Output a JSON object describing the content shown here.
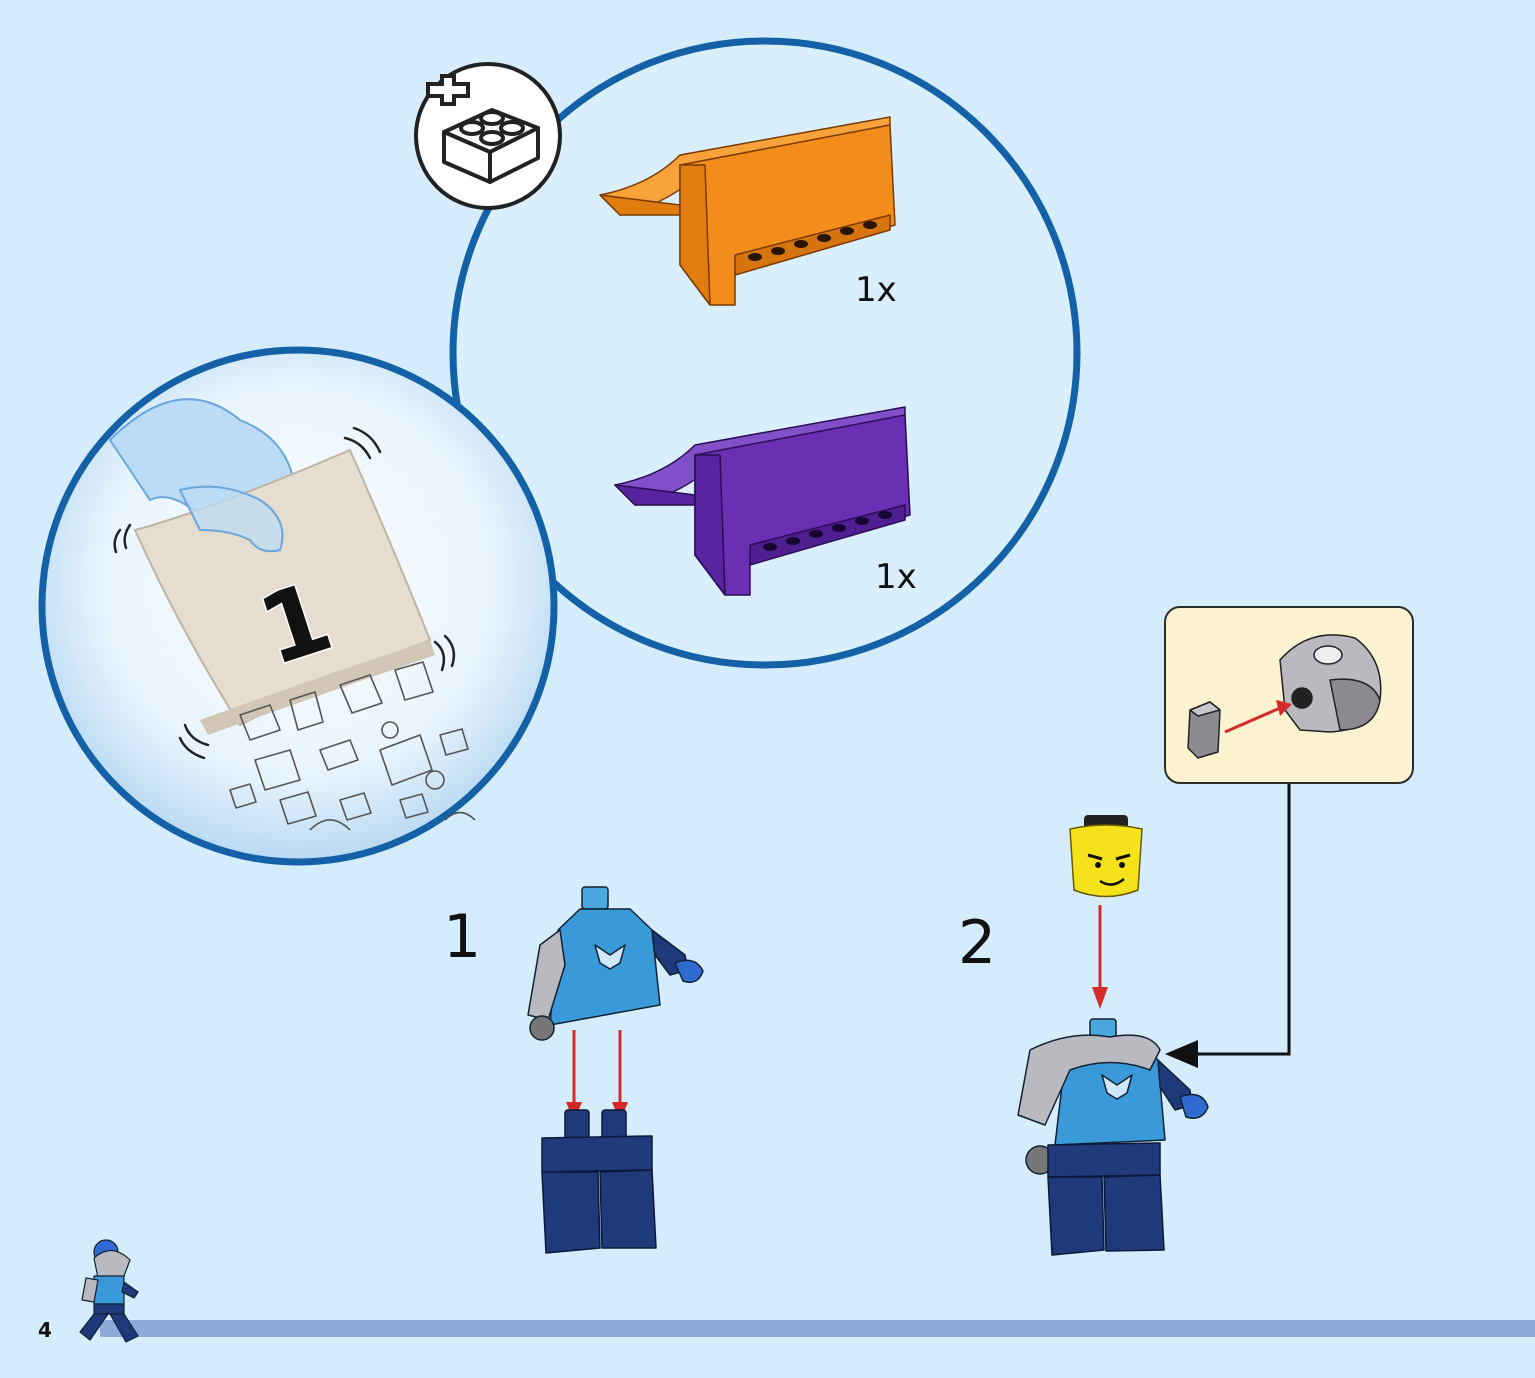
{
  "page": {
    "number": "4",
    "bag_number": "1",
    "new_parts_icon": "new-brick-icon"
  },
  "parts_list": [
    {
      "qty_label": "1x",
      "color": "#f28c1b",
      "name": "orange-ramp-plate"
    },
    {
      "qty_label": "1x",
      "color": "#6b2fb3",
      "name": "purple-ramp-plate"
    }
  ],
  "steps": [
    {
      "number": "1"
    },
    {
      "number": "2"
    }
  ],
  "colors": {
    "background": "#d4ecfb",
    "circle_border": "#1461a8",
    "arrow_red": "#d42a2a",
    "progress_bar": "#8ca9d9",
    "callout_bg": "#fbf3cf",
    "torso_blue": "#3a9ad9",
    "legs_navy": "#1f3a7a"
  }
}
